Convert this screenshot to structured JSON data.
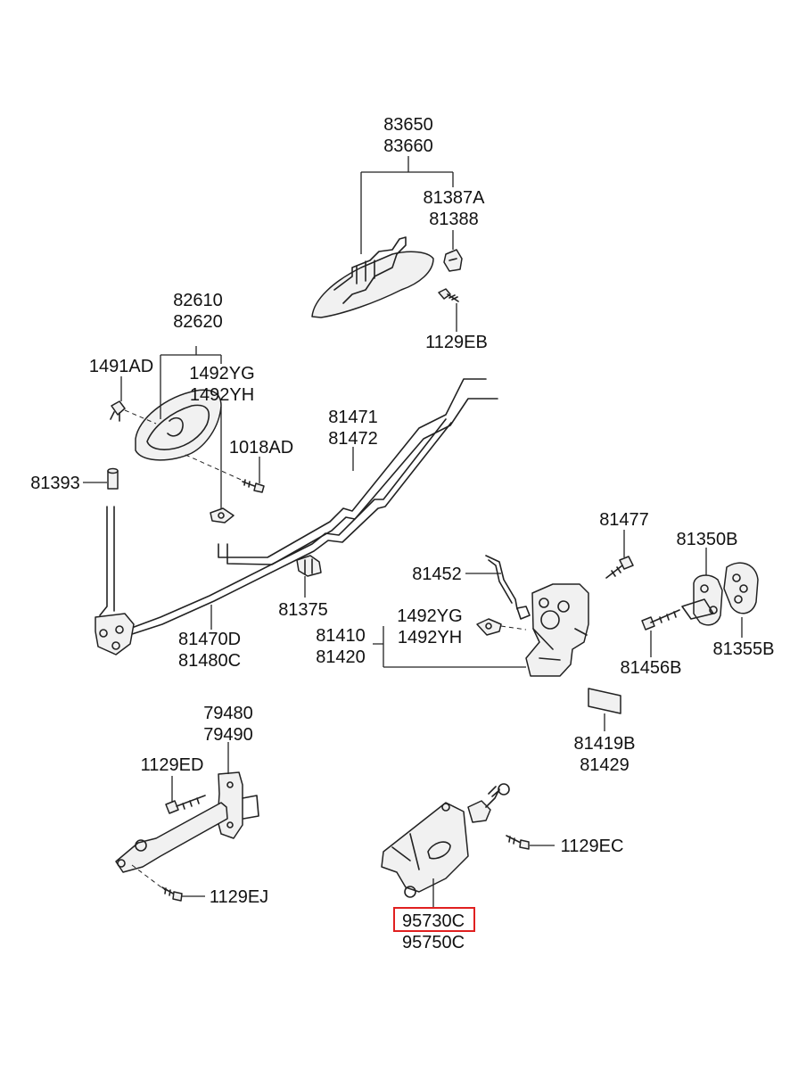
{
  "highlight_color": "#e02020",
  "parts": {
    "p83650": "83650",
    "p83660": "83660",
    "p81387A": "81387A",
    "p81388": "81388",
    "p1129EB": "1129EB",
    "p82610": "82610",
    "p82620": "82620",
    "p1491AD": "1491AD",
    "p1492YG_a": "1492YG",
    "p1492YH_a": "1492YH",
    "p1018AD": "1018AD",
    "p81471": "81471",
    "p81472": "81472",
    "p81393": "81393",
    "p81477": "81477",
    "p81350B": "81350B",
    "p81452": "81452",
    "p81375": "81375",
    "p1492YG_b": "1492YG",
    "p1492YH_b": "1492YH",
    "p81410": "81410",
    "p81420": "81420",
    "p81470D": "81470D",
    "p81480C": "81480C",
    "p81456B": "81456B",
    "p81355B": "81355B",
    "p81419B": "81419B",
    "p81429": "81429",
    "p79480": "79480",
    "p79490": "79490",
    "p1129ED": "1129ED",
    "p1129EC": "1129EC",
    "p1129EJ": "1129EJ",
    "p95730C": "95730C",
    "p95750C": "95750C"
  }
}
